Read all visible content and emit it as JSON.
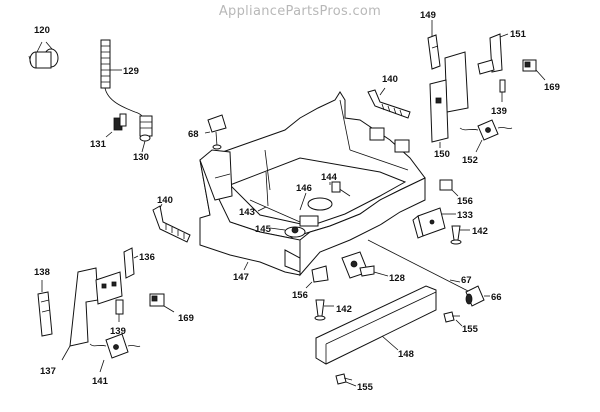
{
  "watermark": "AppliancePartsPros.com",
  "callouts": {
    "c120": "120",
    "c129": "129",
    "c131": "131",
    "c130": "130",
    "c68": "68",
    "c140a": "140",
    "c140b": "140",
    "c149": "149",
    "c151": "151",
    "c169a": "169",
    "c139a": "139",
    "c150": "150",
    "c152": "152",
    "c144": "144",
    "c146": "146",
    "c143": "143",
    "c145": "145",
    "c156a": "156",
    "c133": "133",
    "c142a": "142",
    "c136": "136",
    "c138": "138",
    "c147": "147",
    "c128": "128",
    "c67": "67",
    "c66": "66",
    "c156b": "156",
    "c142b": "142",
    "c169b": "169",
    "c139b": "139",
    "c155a": "155",
    "c148": "148",
    "c137": "137",
    "c141": "141",
    "c155b": "155"
  }
}
